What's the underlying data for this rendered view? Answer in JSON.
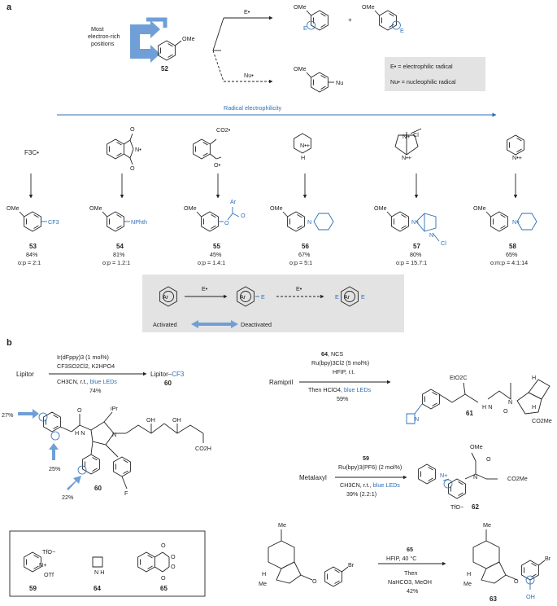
{
  "panel_a": {
    "letter": "a",
    "electron_rich_label_1": "Most",
    "electron_rich_label_2": "electron-rich",
    "electron_rich_label_3": "positions",
    "ome": "OMe",
    "compound_52": "52",
    "electrophile": "E•",
    "nucleophile": "Nu•",
    "e_label": "E",
    "plus": "+",
    "nu_label": "Nu",
    "legend_electrophilic": "E• = electrophilic radical",
    "legend_nucleophilic": "Nu• = nucleophilic radical",
    "electrophilicity_label": "Radical electrophilicity",
    "o": "O",
    "o_radical": "O•",
    "n": "N",
    "n_plus": "N+",
    "n_radical": "N•",
    "n_cation": "N•+",
    "n_radical_cation": "N•+",
    "h": "H",
    "cl": "Cl",
    "co2_radical": "CO2•",
    "radicals": [
      "F3C•"
    ],
    "products": [
      {
        "id": "53",
        "yield": "84%",
        "ratio": "o:p = 2:1",
        "substituent": "CF3"
      },
      {
        "id": "54",
        "yield": "81%",
        "ratio": "o:p = 1.2:1",
        "substituent": "NPhth"
      },
      {
        "id": "55",
        "yield": "45%",
        "ratio": "o:p = 1.4:1",
        "ar": "Ar"
      },
      {
        "id": "56",
        "yield": "67%",
        "ratio": "o:p = 5:1"
      },
      {
        "id": "57",
        "yield": "80%",
        "ratio": "o:p = 15.7:1"
      },
      {
        "id": "58",
        "yield": "65%",
        "ratio": "o:m:p = 4:1:14"
      }
    ],
    "ar": "Ar",
    "activated": "Activated",
    "deactivated": "Deactivated"
  },
  "panel_b": {
    "letter": "b",
    "lipitor": {
      "substrate": "Lipitor",
      "reagent_1": "Ir(dFppy)3 (1 mol%)",
      "reagent_2": "CF3SO2Cl2, K2HPO4",
      "conditions": "CH3CN, r.t., ",
      "light": "blue LEDs",
      "yield": "74%",
      "product_prefix": "Lipitor–",
      "product_suffix": "CF3",
      "product_id": "60",
      "sites": [
        "27%",
        "25%",
        "22%"
      ],
      "labels": {
        "nh": "H N",
        "o": "O",
        "ipr": "iPr",
        "n": "N",
        "oh": "OH",
        "co2h": "CO2H",
        "f": "F"
      }
    },
    "ramipril": {
      "substrate": "Ramipril",
      "reagent_id": "64",
      "reagent_1": ", NCS",
      "reagent_2": "Ru(bpy)3Cl2 (5 mol%)",
      "reagent_3": "HFIP, r.t.",
      "conditions": "Then HClO4, ",
      "light": "blue LEDs",
      "yield": "59%",
      "product_id": "61",
      "labels": {
        "n": "N",
        "eto2c": "EtO2C",
        "nh": "H N",
        "o": "O",
        "h": "H",
        "co2me": "CO2Me"
      }
    },
    "metalaxyl": {
      "substrate": "Metalaxyl",
      "reagent_id": "59",
      "reagent": "Ru(bpy)3(PF6) (2 mol%)",
      "conditions": "CH3CN, r.t., ",
      "light": "blue LEDs",
      "yield": "39% (2.2:1)",
      "product_id": "62",
      "labels": {
        "n_plus": "N+",
        "ome": "OMe",
        "o": "O",
        "n": "N",
        "co2me": "CO2Me",
        "tfo": "TfO−"
      }
    },
    "reagents": [
      {
        "id": "59",
        "counterion": "TfO−",
        "n": "N+",
        "otf": "OTf"
      },
      {
        "id": "64",
        "n": "N H"
      },
      {
        "id": "65",
        "o": "O"
      }
    ],
    "terpene": {
      "reagent_id": "65",
      "step_1": "HFIP, 40 °C",
      "step_then": "Then",
      "step_2": "NaHCO3, MeOH",
      "yield": "42%",
      "product_id": "63",
      "labels": {
        "me": "Me",
        "h": "H",
        "o": "O",
        "br": "Br",
        "oh": "OH"
      }
    }
  }
}
